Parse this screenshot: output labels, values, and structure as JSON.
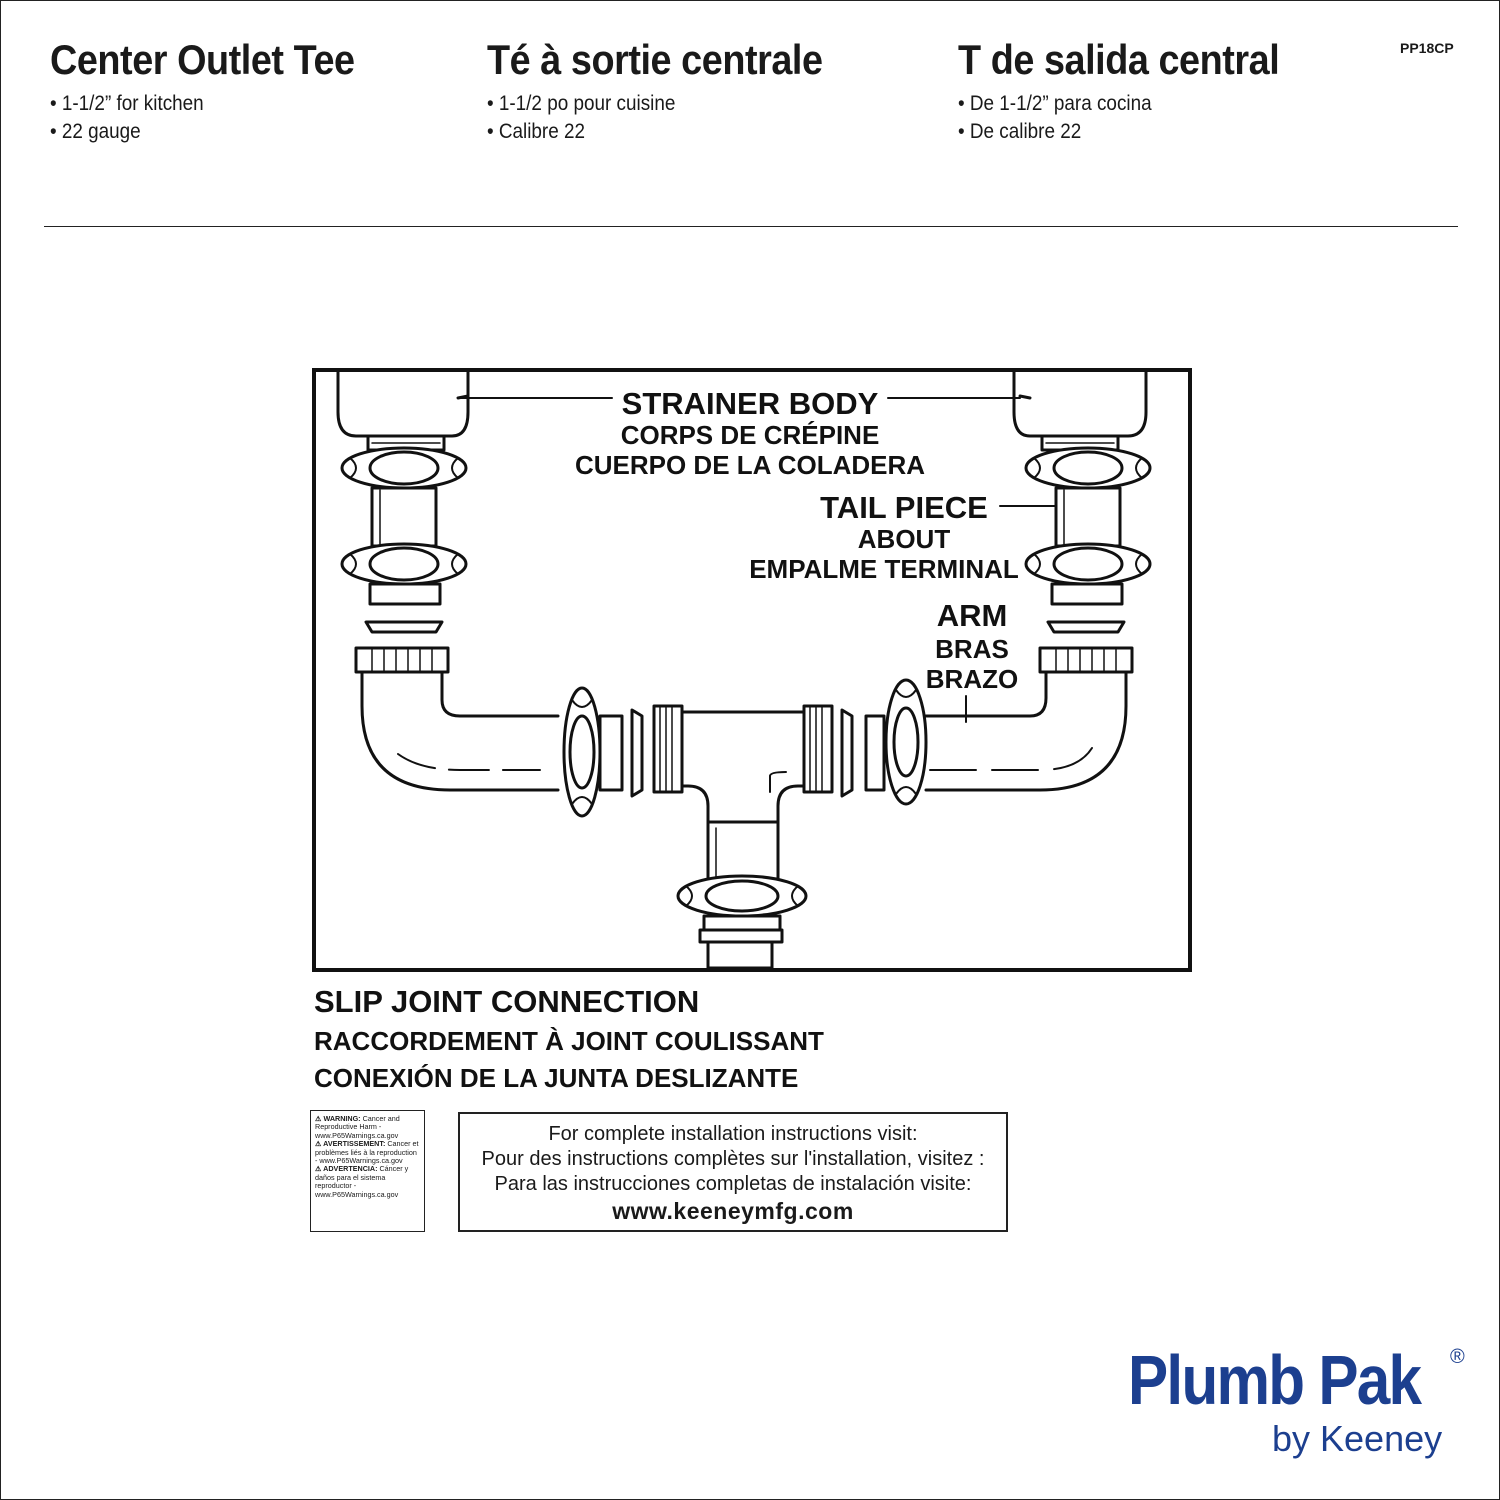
{
  "sku": "PP18CP",
  "header": {
    "en": {
      "title": "Center Outlet Tee",
      "b1": "• 1-1/2” for kitchen",
      "b2": "• 22 gauge"
    },
    "fr": {
      "title": "Té à sortie centrale",
      "b1": "• 1-1/2 po pour cuisine",
      "b2": "• Calibre 22"
    },
    "es": {
      "title": "T de salida central",
      "b1": "• De 1-1/2” para cocina",
      "b2": "• De calibre 22"
    }
  },
  "diagram": {
    "strainer": {
      "en": "STRAINER BODY",
      "fr": "CORPS DE CRÉPINE",
      "es": "CUERPO DE LA COLADERA"
    },
    "tail": {
      "en": "TAIL PIECE",
      "fr": "ABOUT",
      "es": "EMPALME TERMINAL"
    },
    "arm": {
      "en": "ARM",
      "fr": "BRAS",
      "es": "BRAZO"
    }
  },
  "slip": {
    "en": "SLIP JOINT CONNECTION",
    "fr": "RACCORDEMENT À JOINT COULISSANT",
    "es": "CONEXIÓN DE LA JUNTA DESLIZANTE"
  },
  "warning": {
    "en_head": "⚠ WARNING:",
    "en_body": " Cancer and Reproductive Harm - www.P65Warnings.ca.gov",
    "fr_head": "⚠ AVERTISSEMENT:",
    "fr_body": " Cancer et problèmes liés à la reproduction - www.P65Warnings.ca.gov",
    "es_head": "⚠ ADVERTENCIA:",
    "es_body": " Cáncer y daños para el sistema reproductor - www.P65Warnings.ca.gov"
  },
  "info": {
    "en": "For complete installation instructions visit:",
    "fr": "Pour des instructions complètes sur l'installation, visitez :",
    "es": "Para las instrucciones completas de instalación visite:",
    "url": "www.keeneymfg.com"
  },
  "logo": {
    "brand": "Plumb Pak",
    "reg": "®",
    "by": "by Keeney"
  },
  "colors": {
    "brand": "#1c3f8f",
    "ink": "#111111"
  }
}
